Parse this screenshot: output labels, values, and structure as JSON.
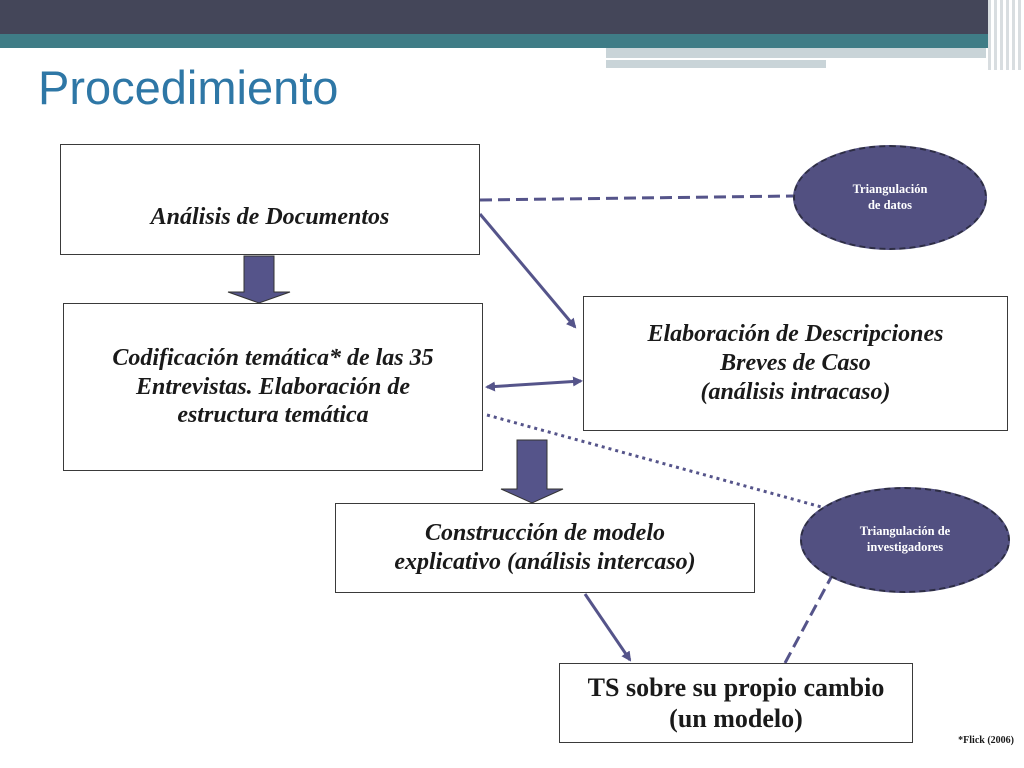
{
  "slide": {
    "title": "Procedimiento",
    "footnote": "*Flick (2006)"
  },
  "boxes": {
    "documentos": "Análisis de Documentos",
    "codificacion": [
      "Codificación temática* de las 35",
      "Entrevistas. Elaboración de",
      "estructura temática"
    ],
    "descripciones": [
      "Elaboración de Descripciones",
      "Breves de Caso",
      "(análisis intracaso)"
    ],
    "modelo": [
      "Construcción de modelo",
      "explicativo (análisis intercaso)"
    ],
    "ts": [
      "TS sobre su propio cambio",
      "(un modelo)"
    ]
  },
  "ellipses": {
    "datos": [
      "Triangulación",
      "de datos"
    ],
    "investigadores": [
      "Triangulación de",
      "investigadores"
    ]
  },
  "colors": {
    "title": "#2e77a6",
    "arrow": "#55548a",
    "ellipse_fill": "#525081",
    "header_dark": "#444659",
    "header_teal": "#3f7c86"
  }
}
